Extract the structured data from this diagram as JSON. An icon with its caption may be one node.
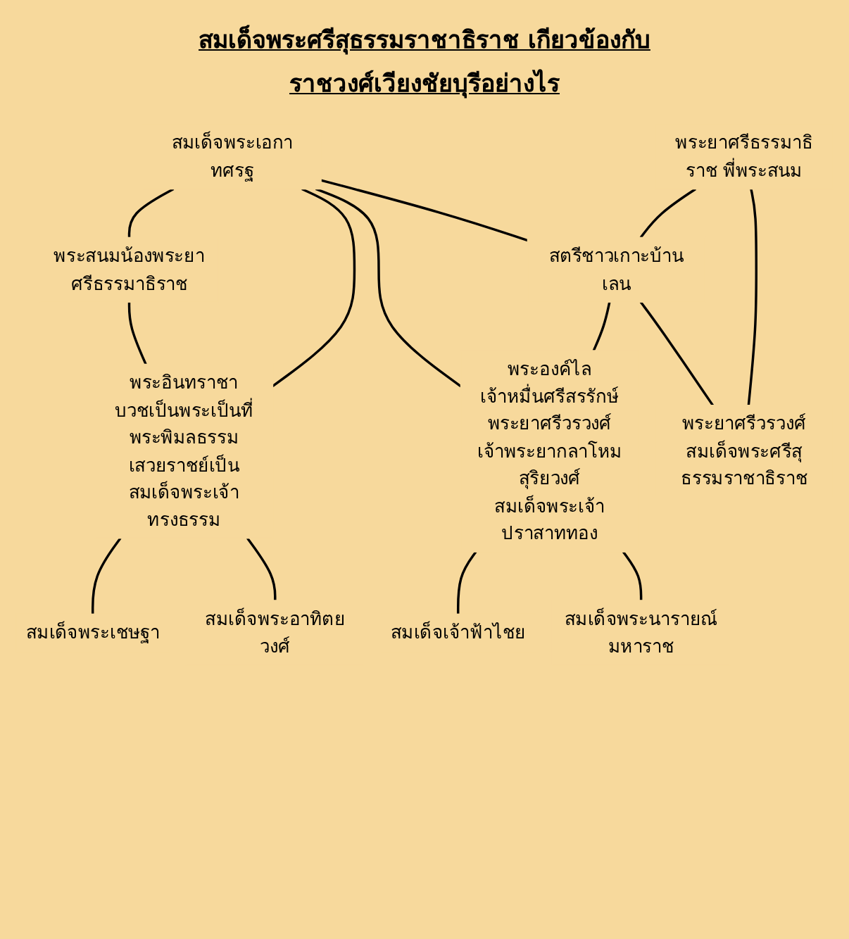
{
  "diagram": {
    "title": "สมเด็จพระศรีสุธรรมราชาธิราช เกียวข้องกับราชวงศ์เวียงชัยบุรีอย่างไร",
    "nodes": [
      {
        "text": [
          "พระสนมน้องพระยาศรีธรรมาธิราช"
        ]
      },
      {
        "text": [
          "สมเด็จพระเอกาทศรฐ"
        ]
      },
      {
        "text": [
          "สตรีชาวเกาะบ้านเลน"
        ]
      },
      {
        "text": [
          "พระยาศรีธรรมาธิราช พี่พระสนม"
        ]
      },
      {
        "text": [
          "พระอินทราชา",
          "บวชเป็นพระเป็นที่พระพิมลธรรม",
          "เสวยราชย์เป็นสมเด็จพระเจ้าทรงธรรม"
        ]
      },
      {
        "text": [
          "พระองค์ไล",
          "เจ้าหมื่นศรีสรรักษ์",
          "พระยาศรีวรวงศ์",
          "เจ้าพระยากลาโหมสุริยวงศ์",
          "สมเด็จพระเจ้าปราสาททอง"
        ]
      },
      {
        "text": [
          "พระยาศรีวรวงศ์",
          "สมเด็จพระศรีสุธรรมราชาธิราช"
        ]
      },
      {
        "text": [
          "สมเด็จพระเชษฐา"
        ]
      },
      {
        "text": [
          "สมเด็จพระอาทิตยวงศ์"
        ]
      },
      {
        "text": [
          "สมเด็จเจ้าฟ้าไชย"
        ]
      },
      {
        "text": [
          "สมเด็จพระนารายณ์มหาราช"
        ]
      }
    ],
    "edges": [
      {
        "from": 1,
        "to": 0,
        "arrow": "none"
      },
      {
        "from": 1,
        "to": 2,
        "arrow": "none"
      },
      {
        "from": 3,
        "to": 2,
        "arrow": "none"
      },
      {
        "from": 0,
        "to": 4,
        "arrow": "none"
      },
      {
        "from": 1,
        "to": 4,
        "arrow": "none"
      },
      {
        "from": 1,
        "to": 5,
        "arrow": "none"
      },
      {
        "from": 2,
        "to": 5,
        "arrow": "none"
      },
      {
        "from": 2,
        "to": 6,
        "arrow": "none"
      },
      {
        "from": 3,
        "to": 6,
        "arrow": "none"
      },
      {
        "from": 4,
        "to": 7,
        "arrow": "none"
      },
      {
        "from": 4,
        "to": 8,
        "arrow": "none"
      },
      {
        "from": 5,
        "to": 9,
        "arrow": "none"
      },
      {
        "from": 5,
        "to": 10,
        "arrow": "none"
      }
    ]
  }
}
